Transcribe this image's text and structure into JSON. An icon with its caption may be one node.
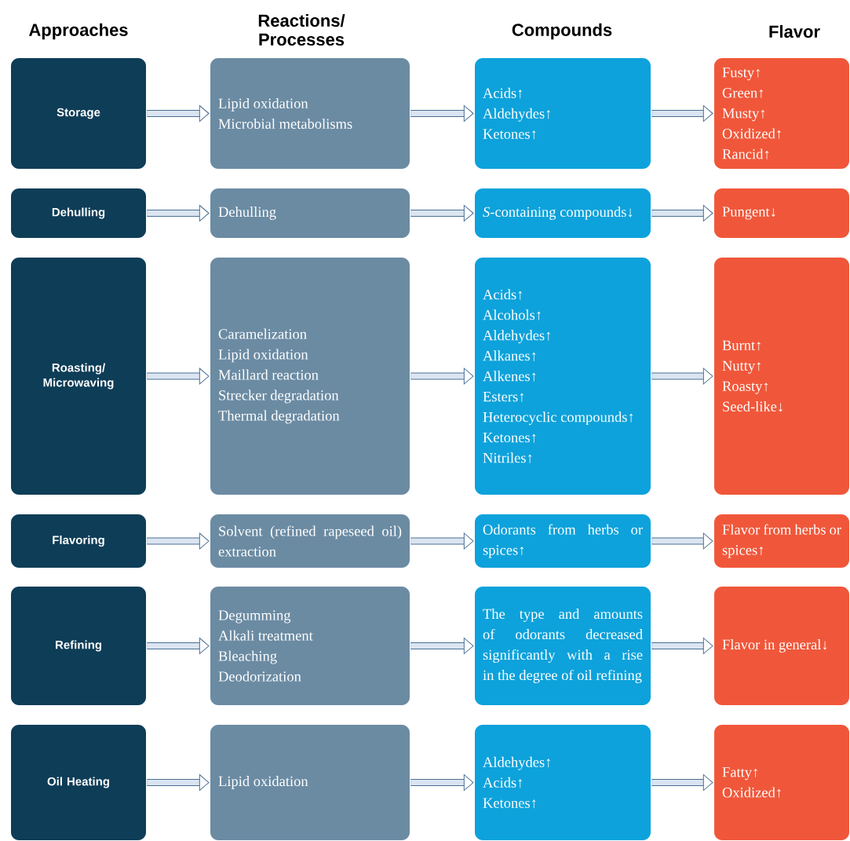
{
  "diagram": {
    "nodes": [
      {
        "text": [
          "Storage"
        ]
      },
      {
        "text": [
          "Lipid oxidation",
          "Microbial metabolisms"
        ]
      },
      {
        "text": [
          "Acids↑",
          "Aldehydes↑",
          "Ketones↑"
        ]
      },
      {
        "text": [
          "Fusty↑",
          "Green↑",
          "Musty↑",
          "Oxidized↑",
          "Rancid↑"
        ]
      },
      {
        "text": [
          "Dehulling"
        ]
      },
      {
        "text": [
          "Dehulling"
        ]
      },
      {
        "text": [
          "*S*-containing compounds↓"
        ]
      },
      {
        "text": [
          "Pungent↓"
        ]
      },
      {
        "text": [
          "Roasting/ Microwaving"
        ]
      },
      {
        "text": [
          "Caramelization",
          "Lipid oxidation",
          "Maillard reaction",
          "Strecker degradation",
          "Thermal degradation"
        ]
      },
      {
        "text": [
          "Acids↑",
          "Alcohols↑",
          "Aldehydes↑",
          "Alkanes↑",
          "Alkenes↑",
          "Esters↑",
          "Heterocyclic compounds↑",
          "Ketones↑",
          "Nitriles↑"
        ]
      },
      {
        "text": [
          "Burnt↑",
          "Nutty↑",
          "Roasty↑",
          "Seed-like↓"
        ]
      },
      {
        "text": [
          "Flavoring"
        ]
      },
      {
        "text": [
          "Solvent (refined rapeseed oil) extraction"
        ]
      },
      {
        "text": [
          "Odorants from herbs or spices↑"
        ]
      },
      {
        "text": [
          "Flavor from herbs or spices↑"
        ]
      },
      {
        "text": [
          "Refining"
        ]
      },
      {
        "text": [
          "Degumming",
          "Alkali treatment",
          "Bleaching",
          "Deodorization"
        ]
      },
      {
        "text": [
          "The type and amounts of odorants decreased significantly with a rise in the degree of oil refining"
        ]
      },
      {
        "text": [
          "Flavor in general↓"
        ]
      },
      {
        "text": [
          "Oil Heating"
        ]
      },
      {
        "text": [
          "Lipid oxidation"
        ]
      },
      {
        "text": [
          "Aldehydes↑",
          "Acids↑",
          "Ketones↑"
        ]
      },
      {
        "text": [
          "Fatty↑",
          "Oxidized↑"
        ]
      }
    ],
    "edges": [
      {
        "from": 0,
        "to": 1,
        "arrow": "to"
      },
      {
        "from": 1,
        "to": 2,
        "arrow": "to"
      },
      {
        "from": 2,
        "to": 3,
        "arrow": "to"
      },
      {
        "from": 4,
        "to": 5,
        "arrow": "to"
      },
      {
        "from": 5,
        "to": 6,
        "arrow": "to"
      },
      {
        "from": 6,
        "to": 7,
        "arrow": "to"
      },
      {
        "from": 8,
        "to": 9,
        "arrow": "to"
      },
      {
        "from": 9,
        "to": 10,
        "arrow": "to"
      },
      {
        "from": 10,
        "to": 11,
        "arrow": "to"
      },
      {
        "from": 12,
        "to": 13,
        "arrow": "to"
      },
      {
        "from": 13,
        "to": 14,
        "arrow": "to"
      },
      {
        "from": 14,
        "to": 15,
        "arrow": "to"
      },
      {
        "from": 16,
        "to": 17,
        "arrow": "to"
      },
      {
        "from": 17,
        "to": 18,
        "arrow": "to"
      },
      {
        "from": 18,
        "to": 19,
        "arrow": "to"
      },
      {
        "from": 20,
        "to": 21,
        "arrow": "to"
      },
      {
        "from": 21,
        "to": 22,
        "arrow": "to"
      },
      {
        "from": 22,
        "to": 23,
        "arrow": "to"
      }
    ],
    "labels": [
      "Approaches",
      "Reactions/ Processes",
      "Compounds",
      "Flavor"
    ]
  }
}
